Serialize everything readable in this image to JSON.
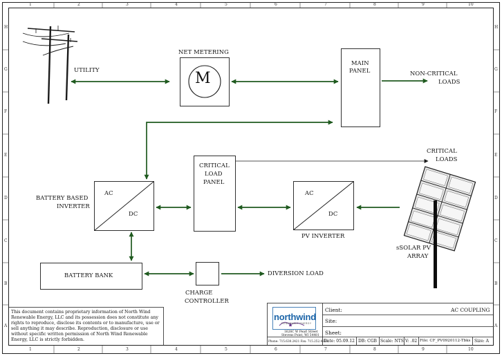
{
  "frame": {
    "columns": [
      "1",
      "2",
      "3",
      "4",
      "5",
      "6",
      "7",
      "8",
      "9",
      "10"
    ],
    "rows": [
      "H",
      "G",
      "F",
      "E",
      "D",
      "C",
      "B",
      "A"
    ]
  },
  "labels": {
    "utility": "UTILITY",
    "net_metering": "NET METERING",
    "meter_symbol": "M",
    "main_panel_line1": "MAIN",
    "main_panel_line2": "PANEL",
    "noncritical_line1": "NON-CRITICAL",
    "noncritical_line2": "LOADS",
    "critical_loads_line1": "CRITICAL",
    "critical_loads_line2": "LOADS",
    "critical_panel_line1": "CRITICAL",
    "critical_panel_line2": "LOAD",
    "critical_panel_line3": "PANEL",
    "battery_inverter_line1": "BATTERY BASED",
    "battery_inverter_line2": "INVERTER",
    "inv_ac": "AC",
    "inv_dc": "DC",
    "pv_ac": "AC",
    "pv_dc": "DC",
    "pv_inverter": "PV INVERTER",
    "solar_line1": "sSOLAR PV",
    "solar_line2": "ARRAY",
    "battery_bank": "BATTERY BANK",
    "charge_line1": "CHARGE",
    "charge_line2": "CONTROLLER",
    "diversion_load": "DIVERSION LOAD"
  },
  "disclaimer": "This document contains proprietary information of North Wind Renewable Energy, LLC and its possession does not constitute any rights to reproduce, disclose its contents or to manufacture, use or sell anything it may describe. Reproduction, disclosure or use without specific written permission of North Wind Renewable Energy, LLC is  strictly forbidden.",
  "title_block": {
    "logo_text": "northwind",
    "logo_sub": "RENEWABLE ENERGY",
    "address_line1": "1626C W Pearl Street",
    "address_line2": "Stevens Point, WI 54481",
    "address_line3": "Phone: 715.630.2421  Fax: 715.252.4310",
    "client_label": "Client:",
    "client_value": "AC COUPLING",
    "site_label": "Site:",
    "sheet_label": "Sheet:",
    "date": "Date: 05.09.12",
    "db": "DB: CGB",
    "scale": "Scale: NTS",
    "version": "V: .02",
    "file": "File: CF_PV0920112-Tbks",
    "size": "Size: A"
  },
  "colors": {
    "arrow_green": "#1f5a1f",
    "line": "#1a1a1a",
    "logo_blue": "#1b64a8"
  },
  "icons": [
    "utility-pole-icon",
    "meter-icon",
    "solar-panel-icon",
    "northwind-logo-icon"
  ]
}
